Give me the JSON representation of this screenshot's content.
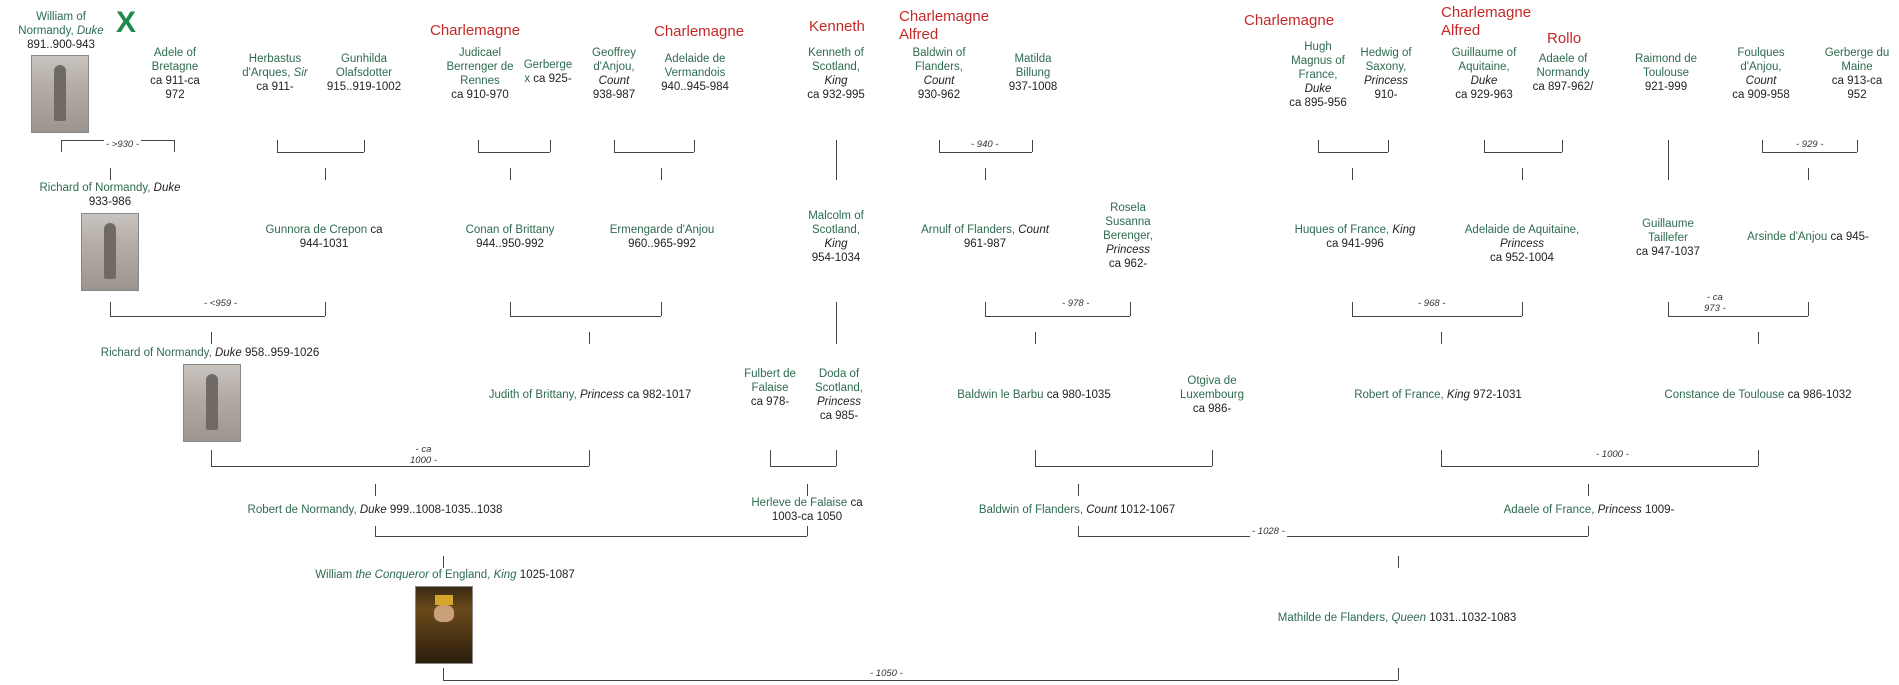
{
  "ancestor_tags": [
    {
      "id": "a1",
      "text": "Charlemagne"
    },
    {
      "id": "a2",
      "text": "Charlemagne"
    },
    {
      "id": "a3",
      "text": "Kenneth"
    },
    {
      "id": "a4",
      "text": "Charlemagne\nAlfred"
    },
    {
      "id": "a5",
      "text": "Charlemagne"
    },
    {
      "id": "a6",
      "text": "Charlemagne\nAlfred"
    },
    {
      "id": "a7",
      "text": "Rollo"
    }
  ],
  "x_mark": "X",
  "people": {
    "william_normandy": {
      "name": "William of Normandy, ",
      "title": "Duke",
      "dates": "891..900-943"
    },
    "adele_bretagne": {
      "name": "Adele of Bretagne",
      "title": "",
      "dates": "ca 911-ca 972"
    },
    "herbastus": {
      "name": "Herbastus d'Arques, ",
      "title": "Sir",
      "dates": "ca 911-"
    },
    "gunhilda": {
      "name": "Gunhilda Olafsdotter",
      "title": "",
      "dates": "915..919-1002"
    },
    "judicael": {
      "name": "Judicael Berrenger de Rennes",
      "title": "",
      "dates": "ca 910-970"
    },
    "gerberge1": {
      "name": "Gerberge x",
      "title": "",
      "dates": "ca 925-"
    },
    "geoffrey": {
      "name": "Geoffrey d'Anjou, ",
      "title": "Count",
      "dates": "938-987"
    },
    "adelaide_verm": {
      "name": "Adelaide de Vermandois",
      "title": "",
      "dates": "940..945-984"
    },
    "kenneth": {
      "name": "Kenneth of Scotland, ",
      "title": "King",
      "dates": "ca 932-995"
    },
    "baldwin3": {
      "name": "Baldwin of Flanders, ",
      "title": "Count",
      "dates": "930-962"
    },
    "matilda_billung": {
      "name": "Matilda Billung",
      "title": "",
      "dates": "937-1008"
    },
    "hugh_magnus": {
      "name": "Hugh Magnus of France, ",
      "title": "Duke",
      "dates": "ca 895-956"
    },
    "hedwig": {
      "name": "Hedwig of Saxony, ",
      "title": "Princess",
      "dates": "910-"
    },
    "guillaume_aq": {
      "name": "Guillaume of Aquitaine, ",
      "title": "Duke",
      "dates": "ca 929-963"
    },
    "adaele_norm": {
      "name": "Adaele of Normandy",
      "title": "",
      "dates": "ca 897-962/"
    },
    "raimond": {
      "name": "Raimond de Toulouse",
      "title": "",
      "dates": "921-999"
    },
    "foulques": {
      "name": "Foulques d'Anjou, ",
      "title": "Count",
      "dates": "ca 909-958"
    },
    "gerberge_maine": {
      "name": "Gerberge du Maine",
      "title": "",
      "dates": "ca 913-ca 952"
    },
    "richard1": {
      "name": "Richard of Normandy, ",
      "title": "Duke",
      "dates": "933-986"
    },
    "gunnora": {
      "name": "Gunnora de Crepon",
      "title": "",
      "dates": "ca 944-1031"
    },
    "conan": {
      "name": "Conan of Brittany",
      "title": "",
      "dates": "944..950-992"
    },
    "ermengarde": {
      "name": "Ermengarde d'Anjou",
      "title": "",
      "dates": "960..965-992"
    },
    "malcolm": {
      "name": "Malcolm of Scotland, ",
      "title": "King",
      "dates": "954-1034"
    },
    "arnulf": {
      "name": "Arnulf of Flanders, ",
      "title": "Count",
      "dates": "961-987"
    },
    "rosela": {
      "name": "Rosela Susanna Berenger, ",
      "title": "Princess",
      "dates": "ca 962-"
    },
    "huques": {
      "name": "Huques of France, ",
      "title": "King",
      "dates": "ca 941-996"
    },
    "adelaide_aq": {
      "name": "Adelaide de Aquitaine, ",
      "title": "Princess",
      "dates": "ca 952-1004"
    },
    "guillaume_t": {
      "name": "Guillaume Taillefer",
      "title": "",
      "dates": "ca 947-1037"
    },
    "arsinde": {
      "name": "Arsinde d'Anjou",
      "title": "",
      "dates": "ca 945-"
    },
    "richard2": {
      "name": "Richard of Normandy, ",
      "title": "Duke",
      "dates": "958..959-1026"
    },
    "judith": {
      "name": "Judith of Brittany, ",
      "title": "Princess",
      "dates": "ca 982-1017"
    },
    "fulbert": {
      "name": "Fulbert de Falaise",
      "title": "",
      "dates": "ca 978-"
    },
    "doda": {
      "name": "Doda of Scotland, ",
      "title": "Princess",
      "dates": "ca 985-"
    },
    "baldwin_barbu": {
      "name": "Baldwin le Barbu",
      "title": "",
      "dates": "ca 980-1035"
    },
    "otgiva": {
      "name": "Otgiva de Luxembourg",
      "title": "",
      "dates": "ca 986-"
    },
    "robert_france": {
      "name": "Robert of France, ",
      "title": "King",
      "dates": "972-1031"
    },
    "constance": {
      "name": "Constance de Toulouse",
      "title": "",
      "dates": "ca 986-1032"
    },
    "robert_norm": {
      "name": "Robert de Normandy, ",
      "title": "Duke",
      "dates": "999..1008-1035..1038"
    },
    "herleve": {
      "name": "Herleve de Falaise",
      "title": "",
      "dates": "ca 1003-ca 1050"
    },
    "baldwin5": {
      "name": "Baldwin of Flanders, ",
      "title": "Count",
      "dates": "1012-1067"
    },
    "adaele_france": {
      "name": "Adaele of France, ",
      "title": "Princess",
      "dates": "1009-"
    },
    "william_conq": {
      "name": "William ",
      "nick": "the Conqueror",
      "name2": " of England, ",
      "title": "King",
      "dates": "1025-1087"
    },
    "mathilde": {
      "name": "Mathilde de Flanders, ",
      "title": "Queen",
      "dates": "1031..1032-1083"
    }
  },
  "marriages": [
    {
      "id": "m1",
      "text": "- >930 -"
    },
    {
      "id": "m2",
      "text": "- 940 -"
    },
    {
      "id": "m3",
      "text": "- 929 -"
    },
    {
      "id": "m4",
      "text": "- <959 -"
    },
    {
      "id": "m5",
      "text": "- 978 -"
    },
    {
      "id": "m6",
      "text": "- 968 -"
    },
    {
      "id": "m7",
      "text": "- ca\n973 -"
    },
    {
      "id": "m8",
      "text": "- ca\n1000 -"
    },
    {
      "id": "m9",
      "text": "- 1000 -"
    },
    {
      "id": "m10",
      "text": "- 1028 -"
    },
    {
      "id": "m11",
      "text": "- 1050 -"
    }
  ]
}
